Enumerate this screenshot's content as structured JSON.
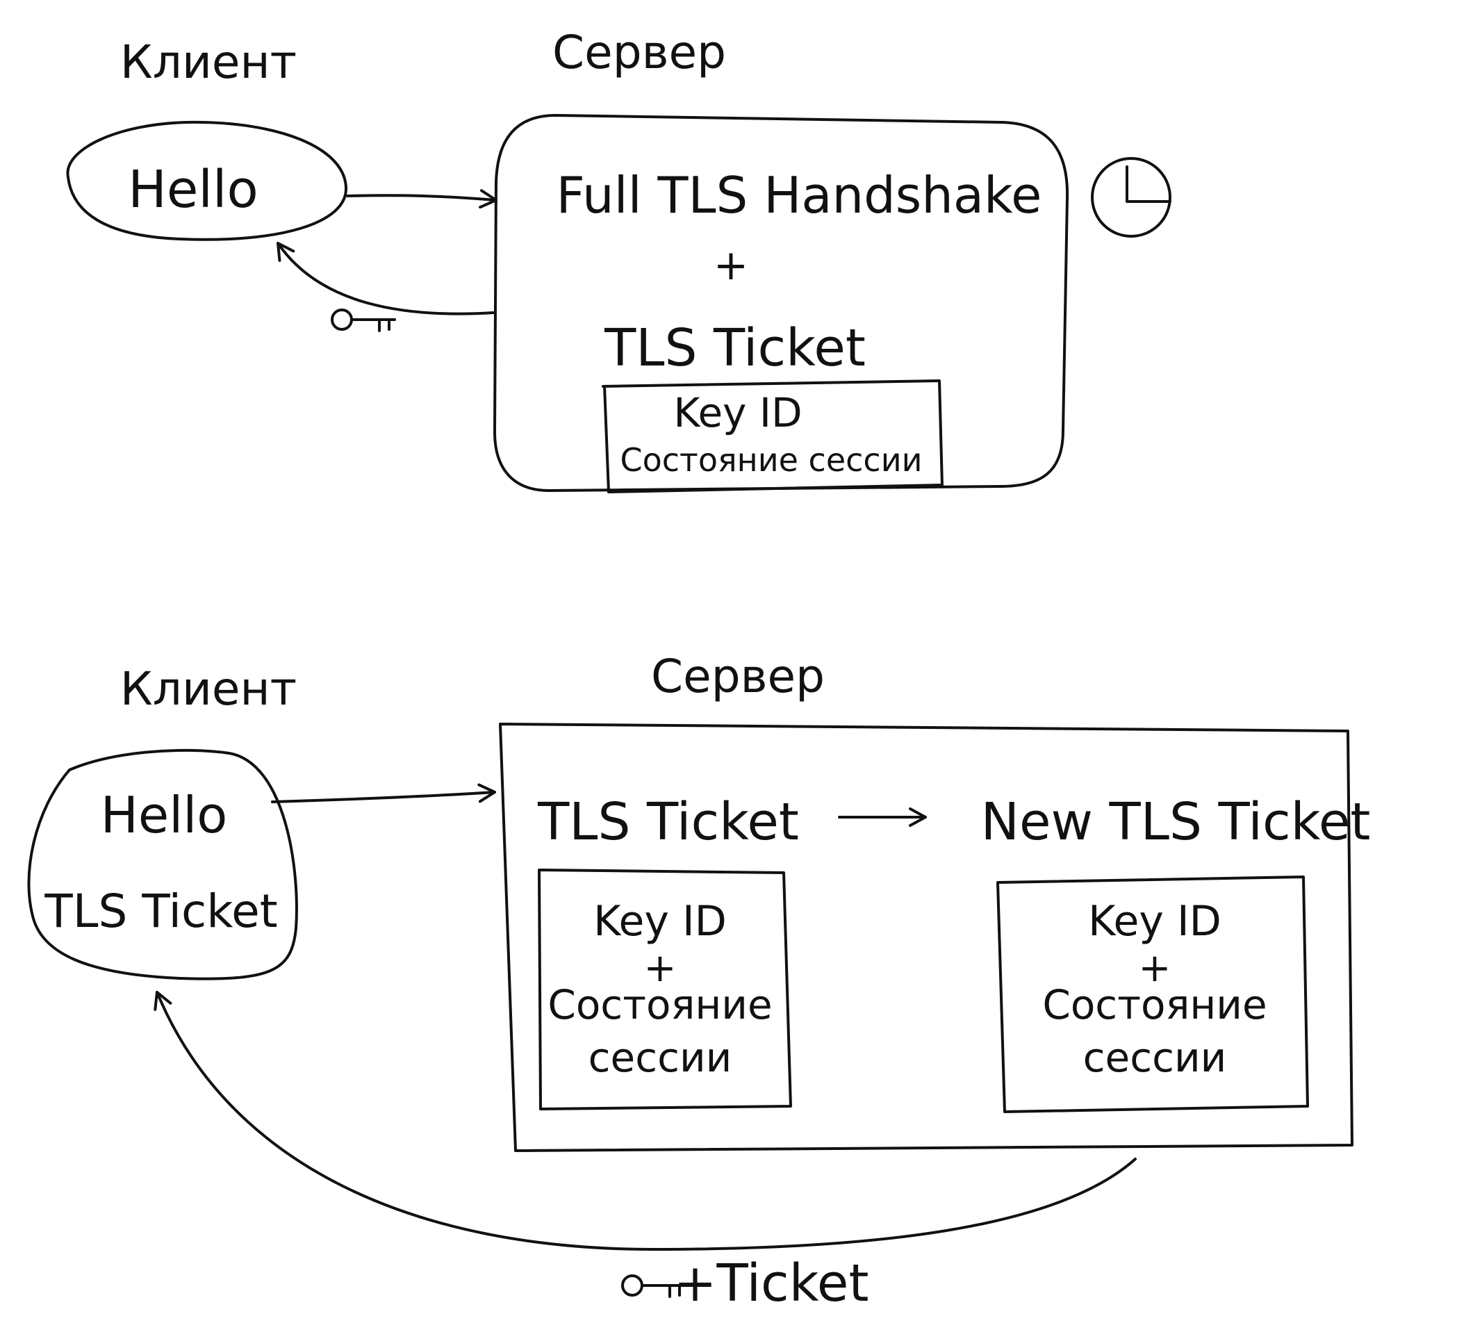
{
  "top": {
    "client_label": "Клиент",
    "server_label": "Сервер",
    "hello_label": "Hello",
    "handshake_label": "Full  TLS Handshake",
    "plus_label": "+",
    "ticket_label": "TLS Ticket",
    "key_id_label": "Key ID",
    "session_state_label": "Состояние  сессии"
  },
  "bottom": {
    "client_label": "Клиент",
    "server_label": "Сервер",
    "hello_label": "Hello",
    "client_ticket_label": "TLS Ticket",
    "old_ticket_label": "TLS Ticket",
    "new_ticket_label": "New TLS Ticket",
    "old_box": {
      "key_id": "Key ID",
      "plus": "+",
      "state_line1": "Состояние",
      "state_line2": "сессии"
    },
    "new_box": {
      "key_id": "Key ID",
      "plus": "+",
      "state_line1": "Состояние",
      "state_line2": "сессии"
    },
    "return_label": "+Ticket"
  },
  "icons": [
    "clock-icon",
    "key-icon"
  ]
}
